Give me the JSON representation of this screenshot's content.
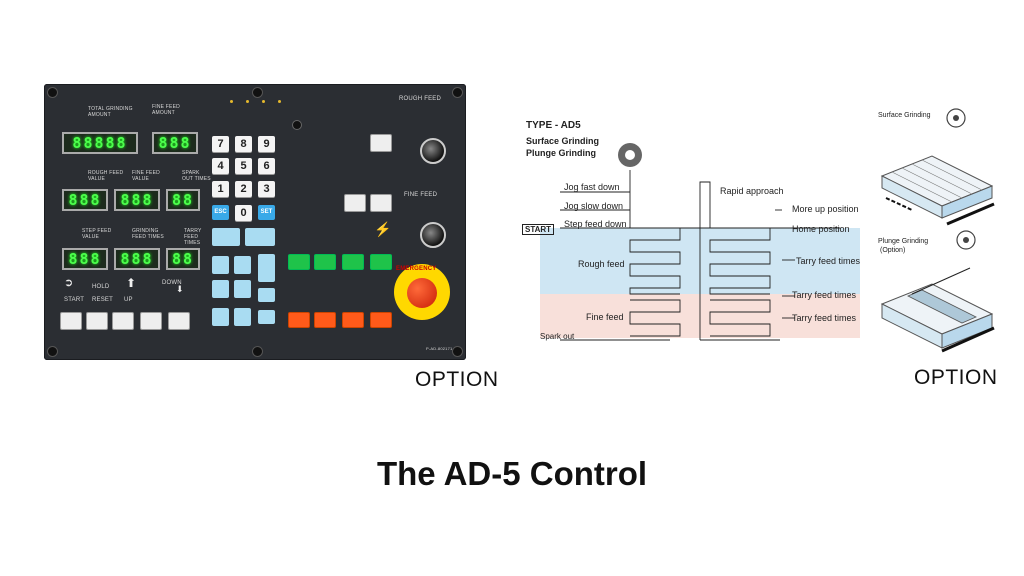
{
  "panel": {
    "top_label": "ROUGH FEED",
    "fine_label": "FINE FEED",
    "part_no": "P-AD-802171",
    "emergency_label": "EMERGENCY",
    "displays": [
      {
        "label": "TOTAL GRINDING AMOUNT",
        "value": "88888"
      },
      {
        "label": "FINE FEED AMOUNT",
        "value": "888"
      },
      {
        "label": "ROUGH FEED VALUE",
        "value": "888"
      },
      {
        "label": "FINE FEED VALUE",
        "value": "888"
      },
      {
        "label": "SPARK OUT TIMES",
        "value": "88"
      },
      {
        "label": "STEP FEED VALUE",
        "value": "888"
      },
      {
        "label": "GRINDING FEED TIMES",
        "value": "888"
      },
      {
        "label": "TARRY FEED TIMES",
        "value": "88"
      }
    ],
    "keypad": [
      "7",
      "8",
      "9",
      "4",
      "5",
      "6",
      "1",
      "2",
      "3",
      "ESC",
      "0",
      "SET"
    ],
    "bottom_labels": {
      "start": "START",
      "hold": "HOLD",
      "reset": "RESET",
      "up": "UP",
      "down": "DOWN"
    }
  },
  "option_left": "OPTION",
  "option_right": "OPTION",
  "diagram": {
    "title": "TYPE - AD5",
    "subtitle1": "Surface Grinding",
    "subtitle2": "Plunge Grinding",
    "start_label": "START",
    "left_labels": [
      "Jog fast down",
      "Jog slow down",
      "Step feed down",
      "Rough feed",
      "Fine feed",
      "Spark out"
    ],
    "mid_label": "Rapid approach",
    "right_labels": [
      "More up position",
      "Home position",
      "Tarry feed times",
      "Tarry feed times",
      "Tarry feed times"
    ]
  },
  "option_diagrams": {
    "surface_label": "Surface Grinding",
    "plunge_label": "Plunge Grinding",
    "plunge_sub": "(Option)"
  },
  "caption": "The AD-5 Control"
}
